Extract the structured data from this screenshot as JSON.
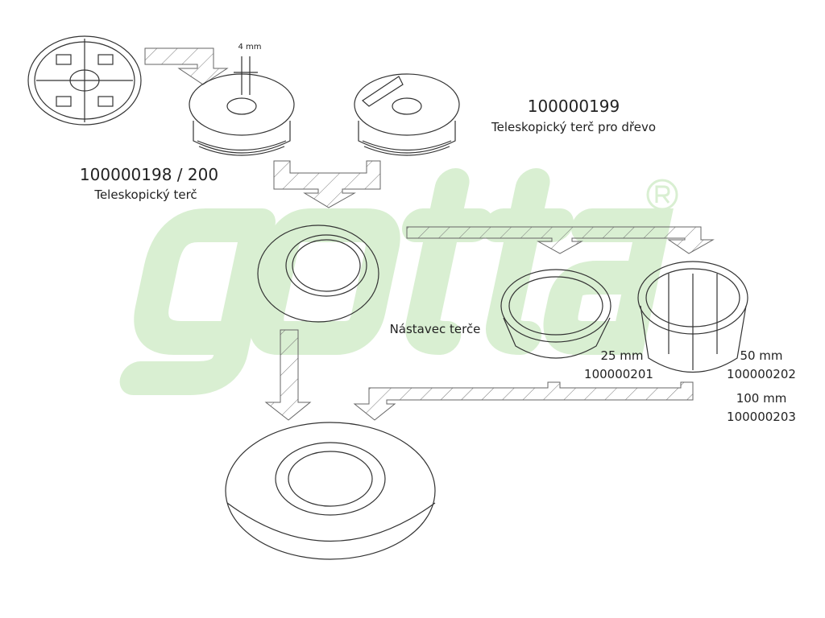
{
  "watermark": {
    "brand": "gotta",
    "registered": "®",
    "color": "#d9efd2"
  },
  "labels": {
    "gap": "4 mm",
    "top_code": "100000198 / 200",
    "top_name": "Teleskopický terč",
    "wood_code": "100000199",
    "wood_name": "Teleskopický terč pro dřevo",
    "extension_name": "Nástavec terče",
    "ext25_size": "25 mm",
    "ext25_code": "100000201",
    "ext50_size": "50 mm",
    "ext50_code": "100000202",
    "ext100_size": "100 mm",
    "ext100_code": "100000203"
  }
}
